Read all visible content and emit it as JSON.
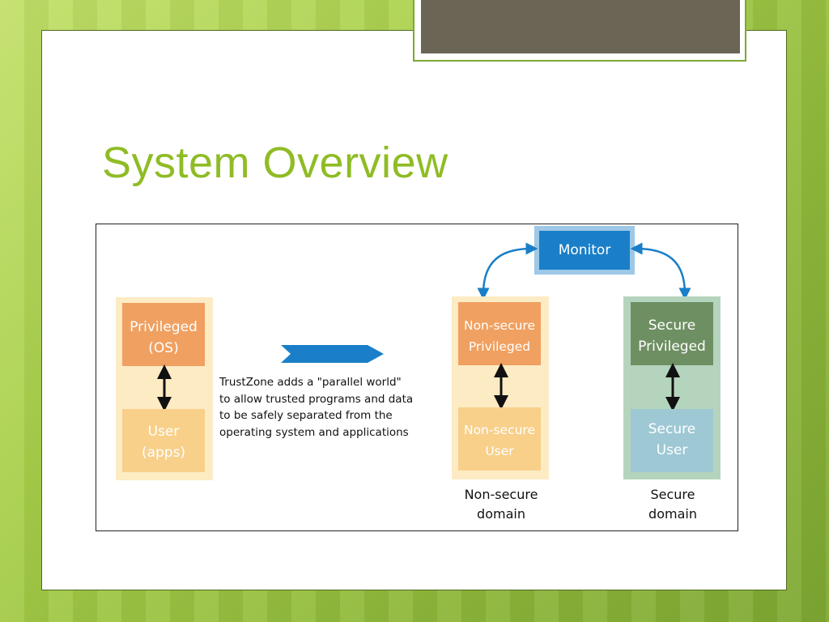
{
  "slide": {
    "title": "System Overview"
  },
  "diagram": {
    "monitor": "Monitor",
    "left": {
      "privileged": [
        "Privileged",
        "(OS)"
      ],
      "user": [
        "User",
        "(apps)"
      ]
    },
    "caption_lines": [
      "TrustZone adds a \"parallel world\"",
      "to allow trusted programs and data",
      "to be safely separated from the",
      "operating system and applications"
    ],
    "nonsecure": {
      "privileged": [
        "Non-secure",
        "Privileged"
      ],
      "user": [
        "Non-secure",
        "User"
      ],
      "domain": [
        "Non-secure",
        "domain"
      ]
    },
    "secure": {
      "privileged": [
        "Secure",
        "Privileged"
      ],
      "user": [
        "Secure",
        "User"
      ],
      "domain": [
        "Secure",
        "domain"
      ]
    },
    "colors": {
      "orange": "#f0a060",
      "light_orange": "#f8d08a",
      "cream": "#fdebc4",
      "green": "#6e8f62",
      "light_green": "#b5d4bd",
      "secure_user": "#9ec8d4",
      "monitor": "#1a7fc8",
      "monitor_border": "#9dc8e6",
      "arrow_blue": "#1a7fc8"
    }
  }
}
